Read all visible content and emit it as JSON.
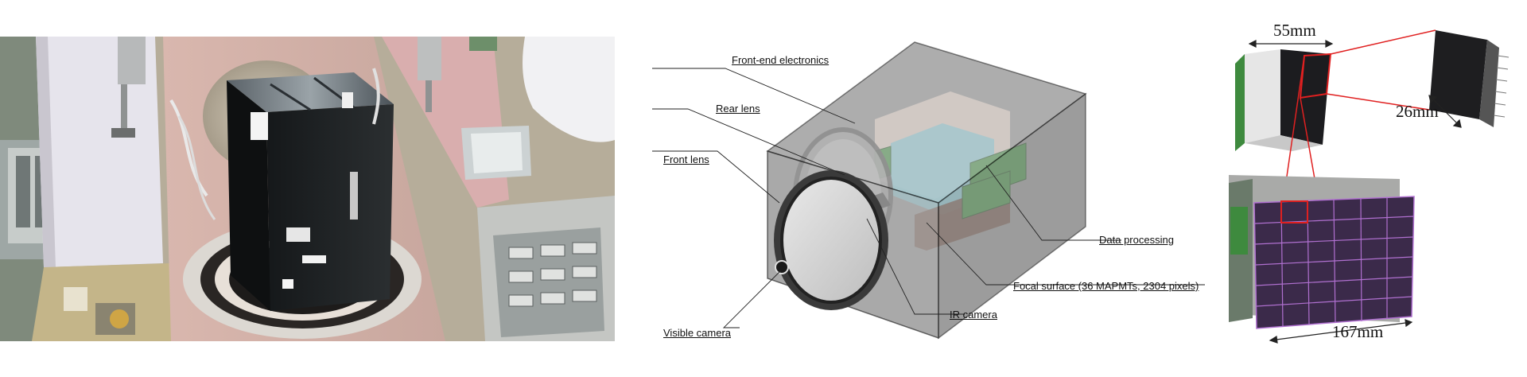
{
  "diagram": {
    "labels": {
      "front_end_electronics": "Front-end electronics",
      "rear_lens": "Rear lens",
      "front_lens": "Front lens",
      "data_processing": "Data processing",
      "focal_surface": "Focal surface (36 MAPMTs, 2304 pixels)",
      "ir_camera": "IR camera",
      "visible_camera": "Visible camera"
    }
  },
  "mapmt": {
    "width_label": "55mm",
    "depth_label": "26mm",
    "array_label": "167mm",
    "grid_columns": 6,
    "grid_rows": 6
  },
  "colors": {
    "callout_line": "#222222",
    "zoom_line": "#e02020",
    "pmt_face": "#3b2a4a",
    "pmt_gap": "#b070d0"
  }
}
